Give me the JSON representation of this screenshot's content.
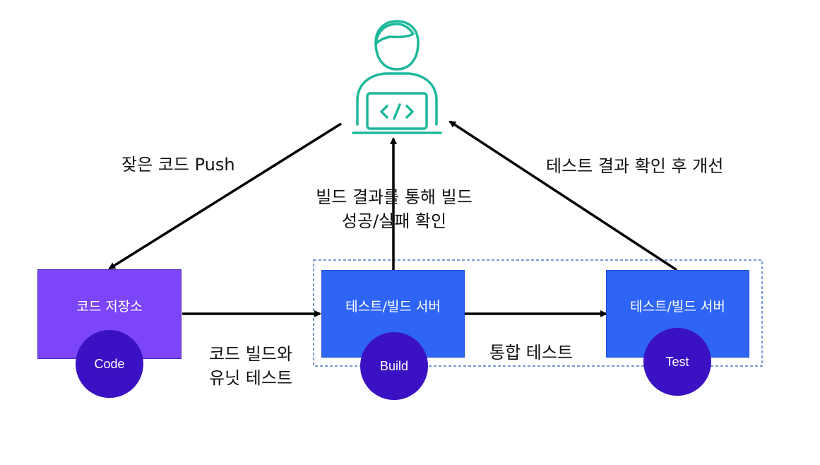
{
  "colors": {
    "repo_box": "#7c45f8",
    "repo_box_border": "#4a2fc0",
    "server_box": "#2f65f4",
    "server_box_border": "#1d4fd6",
    "badge": "#3a12c4",
    "developer_icon": "#1fb89a",
    "arrow": "#000000",
    "group_border": "#4a78c8"
  },
  "nodes": {
    "developer": {
      "icon": "developer-laptop-code-icon"
    },
    "repo": {
      "label": "코드 저장소",
      "badge": "Code"
    },
    "build_server": {
      "label": "테스트/빌드 서버",
      "badge": "Build"
    },
    "test_server": {
      "label": "테스트/빌드 서버",
      "badge": "Test"
    }
  },
  "edges": {
    "push": {
      "label": "잦은 코드 Push"
    },
    "build_check": {
      "line1": "빌드 결과를 통해 빌드",
      "line2": "성공/실패 확인"
    },
    "improve": {
      "label": "테스트 결과 확인 후 개선"
    },
    "build_unit_test": {
      "line1": "코드 빌드와",
      "line2": "유닛 테스트"
    },
    "integration_test": {
      "label": "통합 테스트"
    }
  }
}
